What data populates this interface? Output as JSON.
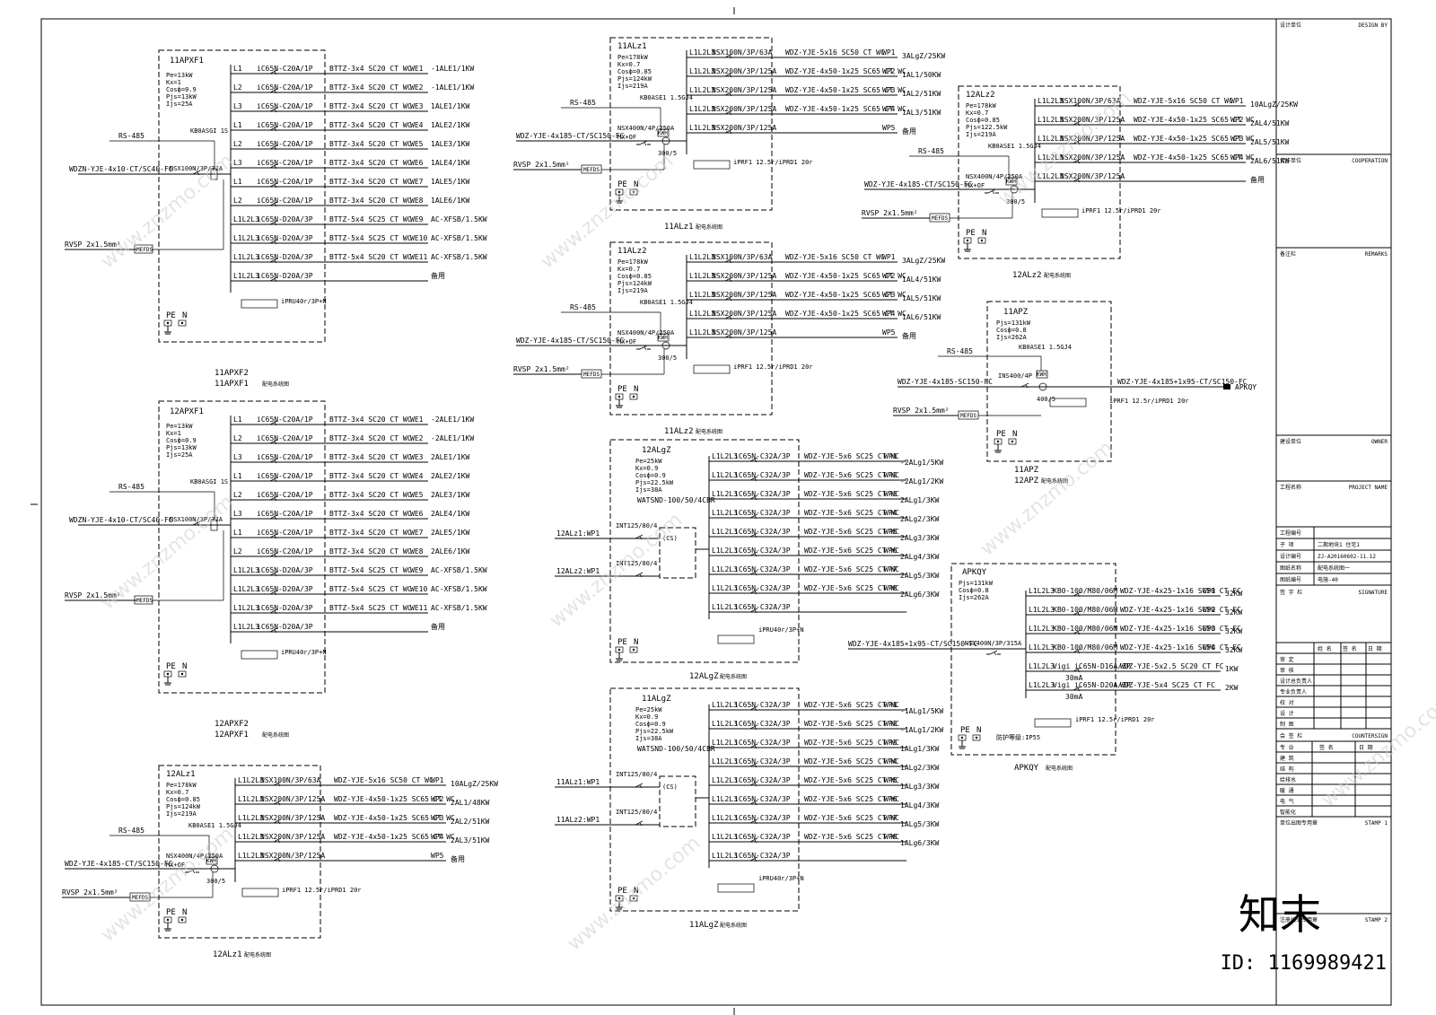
{
  "drawing": {
    "panels_a": [
      {
        "id": "11APXF1",
        "params": [
          "Pe=13kW",
          "Kx=1",
          "Cosф=0.9",
          "Pjs=13kW",
          "Ijs=25A"
        ],
        "circuits": [
          {
            "ph": "L1",
            "brk": "iC65N-C20A/1P",
            "cable": "BTTZ-3x4 SC20 CT WC",
            "no": "WE1",
            "load": "-1ALE1/1KW"
          },
          {
            "ph": "L2",
            "brk": "iC65N-C20A/1P",
            "cable": "BTTZ-3x4 SC20 CT WC",
            "no": "WE2",
            "load": "-1ALE1/1KW"
          },
          {
            "ph": "L3",
            "brk": "iC65N-C20A/1P",
            "cable": "BTTZ-3x4 SC20 CT WC",
            "no": "WE3",
            "load": "1ALE1/1KW"
          },
          {
            "ph": "L1",
            "brk": "iC65N-C20A/1P",
            "cable": "BTTZ-3x4 SC20 CT WC",
            "no": "WE4",
            "load": "1ALE2/1KW"
          },
          {
            "ph": "L2",
            "brk": "iC65N-C20A/1P",
            "cable": "BTTZ-3x4 SC20 CT WC",
            "no": "WE5",
            "load": "1ALE3/1KW"
          },
          {
            "ph": "L3",
            "brk": "iC65N-C20A/1P",
            "cable": "BTTZ-3x4 SC20 CT WC",
            "no": "WE6",
            "load": "1ALE4/1KW"
          },
          {
            "ph": "L1",
            "brk": "iC65N-C20A/1P",
            "cable": "BTTZ-3x4 SC20 CT WC",
            "no": "WE7",
            "load": "1ALE5/1KW"
          },
          {
            "ph": "L2",
            "brk": "iC65N-C20A/1P",
            "cable": "BTTZ-3x4 SC20 CT WC",
            "no": "WE8",
            "load": "1ALE6/1KW"
          },
          {
            "ph": "L1L2L3",
            "brk": "iC65N-D20A/3P",
            "cable": "BTTZ-5x4 SC25 CT WC",
            "no": "WE9",
            "load": "AC-XFSB/1.5KW"
          },
          {
            "ph": "L1L2L3",
            "brk": "iC65N-D20A/3P",
            "cable": "BTTZ-5x4 SC25 CT WC",
            "no": "WE10",
            "load": "AC-XFSB/1.5KW"
          },
          {
            "ph": "L1L2L3",
            "brk": "iC65N-D20A/3P",
            "cable": "BTTZ-5x4 SC20 CT WC",
            "no": "WE11",
            "load": "AC-XFSB/1.5KW"
          },
          {
            "ph": "L1L2L3",
            "brk": "iC65N-D20A/3P",
            "cable": "",
            "no": "",
            "load": "备用"
          }
        ],
        "rs": "RS-485",
        "kb": "KB0ASGI 1S",
        "incoming": "WDZN-YJE-4x10-CT/SC40-FC",
        "main_brk": "NSX100N/3P/32A",
        "spd": "iPRU40r/3P+N",
        "rvsp": "RVSP 2x1.5mm²",
        "mefds": "MEFDS",
        "pe": "PE",
        "n": "N",
        "caption1": "11APXF2",
        "caption2": "11APXF1",
        "caption_suffix": "配电系统图"
      },
      {
        "id": "12APXF1",
        "params": [
          "Pe=13kW",
          "Kx=1",
          "Cosф=0.9",
          "Pjs=13kW",
          "Ijs=25A"
        ],
        "circuits": [
          {
            "ph": "L1",
            "brk": "iC65N-C20A/1P",
            "cable": "BTTZ-3x4 SC20 CT WC",
            "no": "WE1",
            "load": "-2ALE1/1KW"
          },
          {
            "ph": "L2",
            "brk": "iC65N-C20A/1P",
            "cable": "BTTZ-3x4 SC20 CT WC",
            "no": "WE2",
            "load": "-2ALE1/1KW"
          },
          {
            "ph": "L3",
            "brk": "iC65N-C20A/1P",
            "cable": "BTTZ-3x4 SC20 CT WC",
            "no": "WE3",
            "load": "2ALE1/1KW"
          },
          {
            "ph": "L1",
            "brk": "iC65N-C20A/1P",
            "cable": "BTTZ-3x4 SC20 CT WC",
            "no": "WE4",
            "load": "2ALE2/1KW"
          },
          {
            "ph": "L2",
            "brk": "iC65N-C20A/1P",
            "cable": "BTTZ-3x4 SC20 CT WC",
            "no": "WE5",
            "load": "2ALE3/1KW"
          },
          {
            "ph": "L3",
            "brk": "iC65N-C20A/1P",
            "cable": "BTTZ-3x4 SC20 CT WC",
            "no": "WE6",
            "load": "2ALE4/1KW"
          },
          {
            "ph": "L1",
            "brk": "iC65N-C20A/1P",
            "cable": "BTTZ-3x4 SC20 CT WC",
            "no": "WE7",
            "load": "2ALE5/1KW"
          },
          {
            "ph": "L2",
            "brk": "iC65N-C20A/1P",
            "cable": "BTTZ-3x4 SC20 CT WC",
            "no": "WE8",
            "load": "2ALE6/1KW"
          },
          {
            "ph": "L1L2L3",
            "brk": "iC65N-D20A/3P",
            "cable": "BTTZ-5x4 SC25 CT WC",
            "no": "WE9",
            "load": "AC-XFSB/1.5KW"
          },
          {
            "ph": "L1L2L3",
            "brk": "iC65N-D20A/3P",
            "cable": "BTTZ-5x4 SC25 CT WC",
            "no": "WE10",
            "load": "AC-XFSB/1.5KW"
          },
          {
            "ph": "L1L2L3",
            "brk": "iC65N-D20A/3P",
            "cable": "BTTZ-5x4 SC25 CT WC",
            "no": "WE11",
            "load": "AC-XFSB/1.5KW"
          },
          {
            "ph": "L1L2L3",
            "brk": "iC65N-D20A/3P",
            "cable": "",
            "no": "",
            "load": "备用"
          }
        ],
        "rs": "RS-485",
        "kb": "KB0ASGI 1S",
        "incoming": "WDZN-YJE-4x10-CT/SC40-FC",
        "main_brk": "NSX100N/3P/32A",
        "spd": "iPRU40r/3P+N",
        "rvsp": "RVSP 2x1.5mm²",
        "mefds": "MEFDS",
        "pe": "PE",
        "n": "N",
        "caption1": "12APXF2",
        "caption2": "12APXF1",
        "caption_suffix": "配电系统图"
      }
    ],
    "panels_b": [
      {
        "id": "12ALz1",
        "params": [
          "Pe=178kW",
          "Kx=0.7",
          "Cosф=0.85",
          "Pjs=124kW",
          "Ijs=219A"
        ],
        "circuits": [
          {
            "ph": "L1L2L3",
            "brk": "NSX100N/3P/63A",
            "cable": "WDZ-YJE-5x16 SC50 CT WC",
            "no": "WP1",
            "load": "10ALgZ/25KW"
          },
          {
            "ph": "L1L2L3",
            "brk": "NSX200N/3P/125A",
            "cable": "WDZ-YJE-4x50-1x25 SC65 CT WC",
            "no": "WP2",
            "load": "2AL1/48KW"
          },
          {
            "ph": "L1L2L3",
            "brk": "NSX200N/3P/125A",
            "cable": "WDZ-YJE-4x50-1x25 SC65 CT WC",
            "no": "WP3",
            "load": "2AL2/51KW"
          },
          {
            "ph": "L1L2L3",
            "brk": "NSX200N/3P/125A",
            "cable": "WDZ-YJE-4x50-1x25 SC65 CT WC",
            "no": "WP4",
            "load": "2AL3/51KW"
          },
          {
            "ph": "L1L2L3",
            "brk": "NSX200N/3P/125A",
            "cable": "",
            "no": "WP5",
            "load": "备用"
          }
        ],
        "rs": "RS-485",
        "kb": "KB0ASE1 1.5GJ4",
        "incoming": "WDZ-YJE-4x185-CT/SC150-FC",
        "main_brk": "NSX400N/4P/250A",
        "mx": "MX+OF",
        "ct": "300/5",
        "kwh": "KWH",
        "spd": "iPRF1 12.5r/iPRD1 20r",
        "rvsp": "RVSP 2x1.5mm²",
        "mefds": "MEFDS",
        "pe": "PE",
        "n": "N",
        "caption": "12ALz1",
        "caption_suffix": "配电系统图"
      },
      {
        "id": "11ALz1",
        "params": [
          "Pe=178kW",
          "Kx=0.7",
          "Cosф=0.85",
          "Pjs=124kW",
          "Ijs=219A"
        ],
        "circuits": [
          {
            "ph": "L1L2L3",
            "brk": "NSX100N/3P/63A",
            "cable": "WDZ-YJE-5x16 SC50 CT WC",
            "no": "WP1",
            "load": "3ALgZ/25KW"
          },
          {
            "ph": "L1L2L3",
            "brk": "NSX200N/3P/125A",
            "cable": "WDZ-YJE-4x50-1x25 SC65 CT WC",
            "no": "WP2",
            "load": "1AL1/50KW"
          },
          {
            "ph": "L1L2L3",
            "brk": "NSX200N/3P/125A",
            "cable": "WDZ-YJE-4x50-1x25 SC65 CT WC",
            "no": "WP3",
            "load": "1AL2/51KW"
          },
          {
            "ph": "L1L2L3",
            "brk": "NSX200N/3P/125A",
            "cable": "WDZ-YJE-4x50-1x25 SC65 CT WC",
            "no": "WP4",
            "load": "1AL3/51KW"
          },
          {
            "ph": "L1L2L3",
            "brk": "NSX200N/3P/125A",
            "cable": "",
            "no": "WP5",
            "load": "备用"
          }
        ],
        "rs": "RS-485",
        "kb": "KB0ASE1 1.5GJ4",
        "incoming": "WDZ-YJE-4x185-CT/SC150-FC",
        "main_brk": "NSX400N/4P/250A",
        "mx": "MX+OF",
        "ct": "300/5",
        "kwh": "KWH",
        "spd": "iPRF1 12.5r/iPRD1 20r",
        "rvsp": "RVSP 2x1.5mm²",
        "mefds": "MEFDS",
        "pe": "PE",
        "n": "N",
        "caption": "11ALz1",
        "caption_suffix": "配电系统图"
      },
      {
        "id": "11ALz2",
        "params": [
          "Pe=178kW",
          "Kx=0.7",
          "Cosф=0.85",
          "Pjs=124kW",
          "Ijs=219A"
        ],
        "circuits": [
          {
            "ph": "L1L2L3",
            "brk": "NSX100N/3P/63A",
            "cable": "WDZ-YJE-5x16 SC50 CT WC",
            "no": "WP1",
            "load": "3ALgZ/25KW"
          },
          {
            "ph": "L1L2L3",
            "brk": "NSX200N/3P/125A",
            "cable": "WDZ-YJE-4x50-1x25 SC65 CT WC",
            "no": "WP2",
            "load": "1AL4/51KW"
          },
          {
            "ph": "L1L2L3",
            "brk": "NSX200N/3P/125A",
            "cable": "WDZ-YJE-4x50-1x25 SC65 CT WC",
            "no": "WP3",
            "load": "1AL5/51KW"
          },
          {
            "ph": "L1L2L3",
            "brk": "NSX200N/3P/125A",
            "cable": "WDZ-YJE-4x50-1x25 SC65 CT WC",
            "no": "WP4",
            "load": "1AL6/51KW"
          },
          {
            "ph": "L1L2L3",
            "brk": "NSX200N/3P/125A",
            "cable": "",
            "no": "WP5",
            "load": "备用"
          }
        ],
        "rs": "RS-485",
        "kb": "KB0ASE1 1.5GJ4",
        "incoming": "WDZ-YJE-4x185-CT/SC150-FC",
        "main_brk": "NSX400N/4P/250A",
        "mx": "MX+OF",
        "ct": "300/5",
        "kwh": "KWH",
        "spd": "iPRF1 12.5r/iPRD1 20r",
        "rvsp": "RVSP 2x1.5mm²",
        "mefds": "MEFDS",
        "pe": "PE",
        "n": "N",
        "caption": "11ALz2",
        "caption_suffix": "配电系统图"
      },
      {
        "id": "12ALz2",
        "params": [
          "Pe=178kW",
          "Kx=0.7",
          "Cosф=0.85",
          "Pjs=122.5kW",
          "Ijs=219A"
        ],
        "circuits": [
          {
            "ph": "L1L2L3",
            "brk": "NSX100N/3P/63A",
            "cable": "WDZ-YJE-5x16 SC50 CT WC",
            "no": "WP1",
            "load": "10ALgZ/25KW"
          },
          {
            "ph": "L1L2L3",
            "brk": "NSX200N/3P/125A",
            "cable": "WDZ-YJE-4x50-1x25 SC65 CT WC",
            "no": "WP2",
            "load": "2AL4/51KW"
          },
          {
            "ph": "L1L2L3",
            "brk": "NSX200N/3P/125A",
            "cable": "WDZ-YJE-4x50-1x25 SC65 CT WC",
            "no": "WP3",
            "load": "2AL5/51KW"
          },
          {
            "ph": "L1L2L3",
            "brk": "NSX200N/3P/125A",
            "cable": "WDZ-YJE-4x50-1x25 SC65 CT WC",
            "no": "WP4",
            "load": "2AL6/51KW"
          },
          {
            "ph": "L1L2L3",
            "brk": "NSX200N/3P/125A",
            "cable": "",
            "no": "",
            "load": "备用"
          }
        ],
        "rs": "RS-485",
        "kb": "KB0ASE1 1.5GJ4",
        "incoming": "WDZ-YJE-4x185-CT/SC150-FC",
        "main_brk": "NSX400N/4P/250A",
        "mx": "MX+OF",
        "ct": "300/5",
        "kwh": "KWH",
        "spd": "iPRF1 12.5r/iPRD1 20r",
        "rvsp": "RVSP 2x1.5mm²",
        "mefds": "MEFDS",
        "pe": "PE",
        "n": "N",
        "caption": "12ALz2",
        "caption_suffix": "配电系统图"
      }
    ],
    "panels_c": [
      {
        "id": "12ALgZ",
        "params": [
          "Pe=25kW",
          "Kx=0.9",
          "Cosф=0.9",
          "Pjs=22.5kW",
          "Ijs=38A"
        ],
        "circuits": [
          {
            "ph": "L1L2L3",
            "brk": "iC65N-C32A/3P",
            "cable": "WDZ-YJE-5x6 SC25 CT WC",
            "no": "WP1",
            "load": "-2ALg1/5KW"
          },
          {
            "ph": "L1L2L3",
            "brk": "iC65N-C32A/3P",
            "cable": "WDZ-YJE-5x6 SC25 CT WC",
            "no": "WP2",
            "load": "-2ALg1/2KW"
          },
          {
            "ph": "L1L2L3",
            "brk": "iC65N-C32A/3P",
            "cable": "WDZ-YJE-5x6 SC25 CT WC",
            "no": "WP3",
            "load": "2ALg1/3KW"
          },
          {
            "ph": "L1L2L3",
            "brk": "iC65N-C32A/3P",
            "cable": "WDZ-YJE-5x6 SC25 CT WC",
            "no": "WP4",
            "load": "2ALg2/3KW"
          },
          {
            "ph": "L1L2L3",
            "brk": "iC65N-C32A/3P",
            "cable": "WDZ-YJE-5x6 SC25 CT WC",
            "no": "WP5",
            "load": "2ALg3/3KW"
          },
          {
            "ph": "L1L2L3",
            "brk": "iC65N-C32A/3P",
            "cable": "WDZ-YJE-5x6 SC25 CT WC",
            "no": "WP6",
            "load": "2ALg4/3KW"
          },
          {
            "ph": "L1L2L3",
            "brk": "iC65N-C32A/3P",
            "cable": "WDZ-YJE-5x6 SC25 CT WC",
            "no": "WP7",
            "load": "2ALg5/3KW"
          },
          {
            "ph": "L1L2L3",
            "brk": "iC65N-C32A/3P",
            "cable": "WDZ-YJE-5x6 SC25 CT WC",
            "no": "WP8",
            "load": "2ALg6/3KW"
          },
          {
            "ph": "L1L2L3",
            "brk": "iC65N-C32A/3P",
            "cable": "",
            "no": "",
            "load": ""
          }
        ],
        "ats": "WATSND-100/50/4CBR",
        "in1": "12ALz1:WP1",
        "in2": "12ALz2:WP1",
        "int1": "INT125/80/4",
        "int2": "INT125/80/4",
        "cs": "(CS)",
        "spd": "iPRU40r/3P+N",
        "pe": "PE",
        "n": "N",
        "caption": "12ALgZ",
        "caption_suffix": "配电系统图"
      },
      {
        "id": "11ALgZ",
        "params": [
          "Pe=25kW",
          "Kx=0.9",
          "Cosф=0.9",
          "Pjs=22.5kW",
          "Ijs=38A"
        ],
        "circuits": [
          {
            "ph": "L1L2L3",
            "brk": "iC65N-C32A/3P",
            "cable": "WDZ-YJE-5x6 SC25 CT WC",
            "no": "WP1",
            "load": "-1ALg1/5KW"
          },
          {
            "ph": "L1L2L3",
            "brk": "iC65N-C32A/3P",
            "cable": "WDZ-YJE-5x6 SC25 CT WC",
            "no": "WP2",
            "load": "-1ALg1/2KW"
          },
          {
            "ph": "L1L2L3",
            "brk": "iC65N-C32A/3P",
            "cable": "WDZ-YJE-5x6 SC25 CT WC",
            "no": "WP3",
            "load": "1ALg1/3KW"
          },
          {
            "ph": "L1L2L3",
            "brk": "iC65N-C32A/3P",
            "cable": "WDZ-YJE-5x6 SC25 CT WC",
            "no": "WP4",
            "load": "1ALg2/3KW"
          },
          {
            "ph": "L1L2L3",
            "brk": "iC65N-C32A/3P",
            "cable": "WDZ-YJE-5x6 SC25 CT WC",
            "no": "WP5",
            "load": "1ALg3/3KW"
          },
          {
            "ph": "L1L2L3",
            "brk": "iC65N-C32A/3P",
            "cable": "WDZ-YJE-5x6 SC25 CT WC",
            "no": "WP6",
            "load": "1ALg4/3KW"
          },
          {
            "ph": "L1L2L3",
            "brk": "iC65N-C32A/3P",
            "cable": "WDZ-YJE-5x6 SC25 CT WC",
            "no": "WP7",
            "load": "1ALg5/3KW"
          },
          {
            "ph": "L1L2L3",
            "brk": "iC65N-C32A/3P",
            "cable": "WDZ-YJE-5x6 SC25 CT WC",
            "no": "WP8",
            "load": "1ALg6/3KW"
          },
          {
            "ph": "L1L2L3",
            "brk": "iC65N-C32A/3P",
            "cable": "",
            "no": "",
            "load": ""
          }
        ],
        "ats": "WATSND-100/50/4CBR",
        "in1": "11ALz1:WP1",
        "in2": "11ALz2:WP1",
        "int1": "INT125/80/4",
        "int2": "INT125/80/4",
        "cs": "(CS)",
        "spd": "iPRU40r/3P+N",
        "pe": "PE",
        "n": "N",
        "caption": "11ALgZ",
        "caption_suffix": "配电系统图"
      }
    ],
    "apz": {
      "id": "11APZ",
      "params": [
        "Pjs=131kW",
        "Cosф=0.8",
        "Ijs=262A"
      ],
      "rs": "RS-485",
      "kb": "KB0ASE1 1.5GJ4",
      "incoming": "WDZ-YJE-4x185-SC150-FC",
      "main_brk": "INS400/4P",
      "ct": "400/5",
      "kwh": "KWH",
      "outgoing": "WDZ-YJE-4x185+1x95-CT/SC150-FC",
      "target": "APKQY",
      "spd": "iPRF1 12.5r/iPRD1 20r",
      "rvsp": "RVSP 2x1.5mm²",
      "mefds": "MEFDS",
      "pe": "PE",
      "n": "N",
      "caption1": "11APZ",
      "caption2": "12APZ",
      "caption_suffix": "配电系统图"
    },
    "apkqy": {
      "id": "APKQY",
      "params": [
        "Pjs=131kW",
        "Cosф=0.8",
        "Ijs=262A"
      ],
      "incoming": "WDZ-YJE-4x185+1x95-CT/SC150-FC",
      "main_brk": "NSX400N/3P/315A",
      "circuits": [
        {
          "ph": "L1L2L3",
          "brk": "KB0-100/M80/06M",
          "cable": "WDZ-YJE-4x25-1x16 SC50 CT FC",
          "no": "WP1",
          "load": "32KW"
        },
        {
          "ph": "L1L2L3",
          "brk": "KB0-100/M80/06M",
          "cable": "WDZ-YJE-4x25-1x16 SC50 CT FC",
          "no": "WP2",
          "load": "32KW"
        },
        {
          "ph": "L1L2L3",
          "brk": "KB0-100/M80/06M",
          "cable": "WDZ-YJE-4x25-1x16 SC50 CT FC",
          "no": "WP3",
          "load": "32KW"
        },
        {
          "ph": "L1L2L3",
          "brk": "KB0-100/M80/06M",
          "cable": "WDZ-YJE-4x25-1x16 SC50 CT FC",
          "no": "WP4",
          "load": "32KW"
        },
        {
          "ph": "L1L2L3",
          "brk": "Vigi iC65N-D16A/3P",
          "cable": "WDZ-YJE-5x2.5 SC20 CT FC",
          "no": "",
          "load": "1KW",
          "rcd": "30mA"
        },
        {
          "ph": "L1L2L3",
          "brk": "Vigi iC65N-D20A/3P",
          "cable": "WDZ-YJE-5x4 SC25 CT FC",
          "no": "",
          "load": "2KW",
          "rcd": "30mA"
        }
      ],
      "spd": "iPRF1 12.5r/iPRD1 20r",
      "ip": "防护等级:IP55",
      "pe": "PE",
      "n": "N",
      "caption": "APKQY",
      "caption_suffix": "配电系统图"
    },
    "title_block": {
      "rows": [
        "设计单位",
        "合作单位",
        "备注栏",
        "建设单位",
        "工程名称"
      ],
      "rows_en": [
        "DESIGN BY",
        "COOPERATION",
        "REMARKS",
        "OWNER",
        "PROJECT NAME"
      ],
      "info": [
        [
          "工程编号",
          ""
        ],
        [
          "子 项",
          "二期地块1 住宅1"
        ],
        [
          "设计编号",
          "ZJ-A20160602-11.12"
        ],
        [
          "图纸名称",
          "配电系统图一"
        ],
        [
          "图纸编号",
          "电施-40"
        ]
      ],
      "sign_head": "签 字 栏",
      "sign_en": "SIGNATURE",
      "sign_rows": [
        "审 定",
        "审 核",
        "设计总负责人",
        "专业负责人",
        "校 对",
        "设 计",
        "制 图"
      ],
      "cols": [
        "姓 名",
        "签 名",
        "日 期"
      ],
      "joint_head": "会 签 栏",
      "joint_en": "COUNTERSIGN",
      "joint_cols": [
        "专 业",
        "签 名",
        "日 期"
      ],
      "joint_rows": [
        "建 筑",
        "结 构",
        "给排水",
        "暖 通",
        "电 气",
        "智能化"
      ],
      "stamp1": "单位出图专用章",
      "stamp1_en": "STAMP 1",
      "stamp2": "注册执业专用章",
      "stamp2_en": "STAMP 2"
    },
    "watermark_id": "ID: 1169989421",
    "watermark_brand": "知末",
    "watermark_site": "www.znzmo.com"
  }
}
